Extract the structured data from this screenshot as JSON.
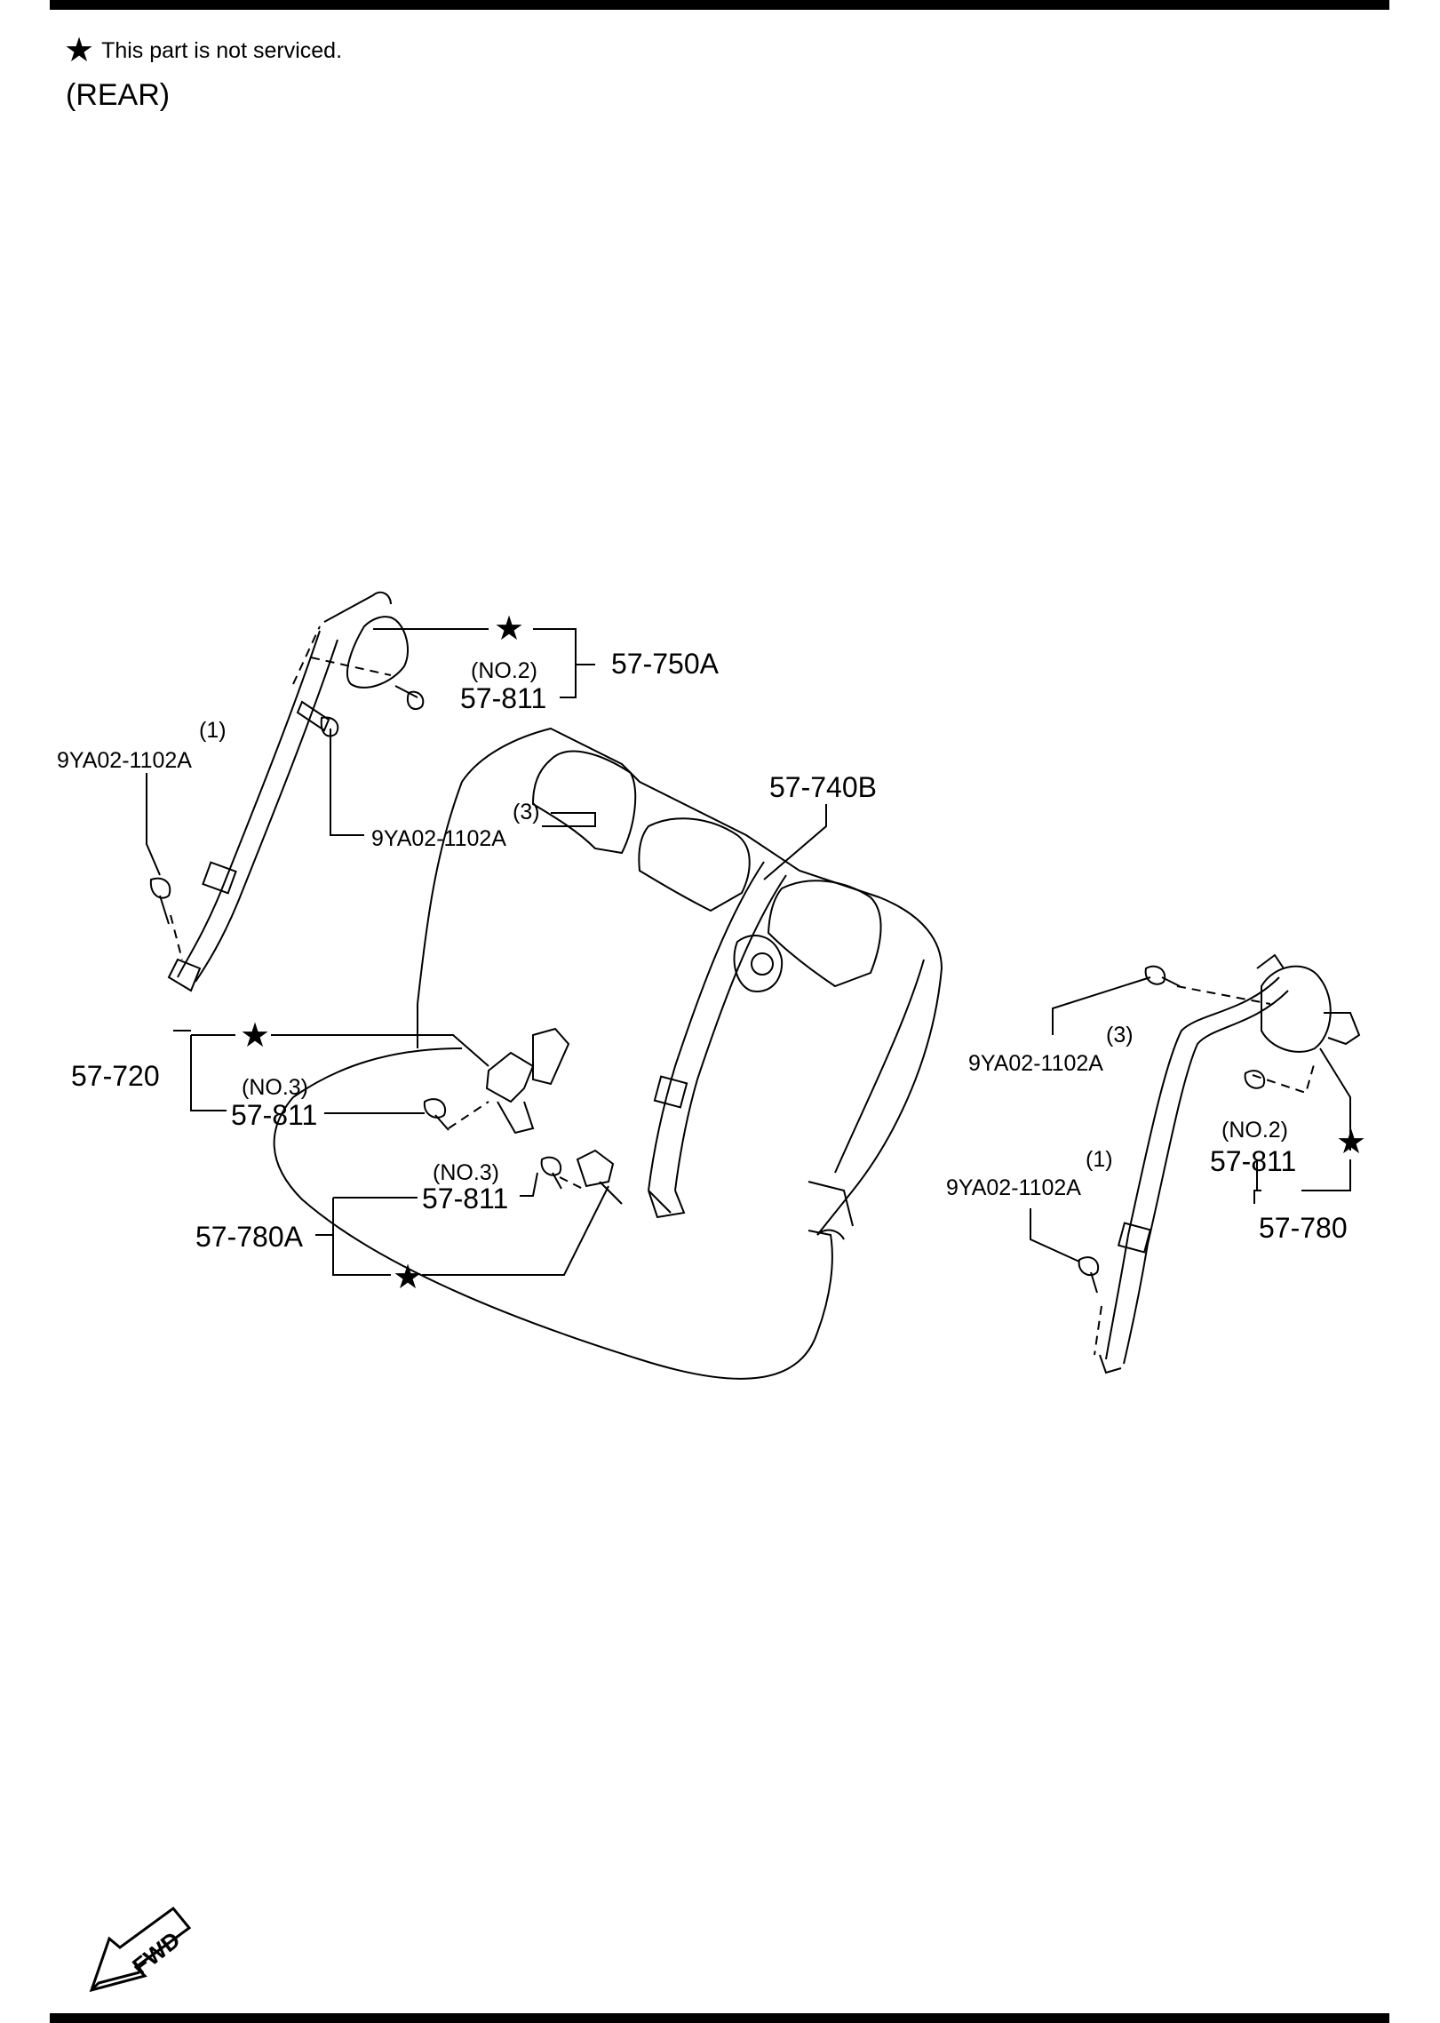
{
  "header": {
    "star_symbol": "★",
    "note": "This part is not serviced.",
    "section": "(REAR)"
  },
  "labels": {
    "retractor_no2": "(NO.2)",
    "retractor_assy": "57-750A",
    "bolt_811": "57-811",
    "idx_1": "(1)",
    "idx_3": "(3)",
    "bolt_1102": "9YA02-1102A",
    "center_belt": "57-740B",
    "buckle_left": "57-720",
    "no3": "(NO.3)",
    "buckle_center": "57-780A",
    "right_no2": "(NO.2)",
    "right_assy": "57-780"
  },
  "fwd_text": "FWD",
  "colors": {
    "ink": "#000000",
    "paper": "#ffffff"
  }
}
